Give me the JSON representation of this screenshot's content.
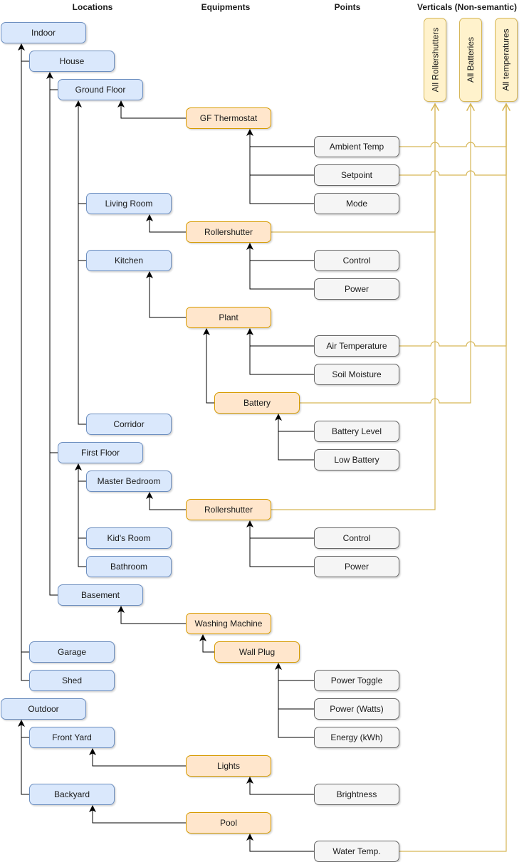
{
  "headers": {
    "locations": "Locations",
    "equipments": "Equipments",
    "points": "Points",
    "verticals": "Verticals (Non-semantic)"
  },
  "locations": [
    {
      "label": "Indoor"
    },
    {
      "label": "House"
    },
    {
      "label": "Ground Floor"
    },
    {
      "label": "Living Room"
    },
    {
      "label": "Kitchen"
    },
    {
      "label": "Corridor"
    },
    {
      "label": "First Floor"
    },
    {
      "label": "Master Bedroom"
    },
    {
      "label": "Kid's Room"
    },
    {
      "label": "Bathroom"
    },
    {
      "label": "Basement"
    },
    {
      "label": "Garage"
    },
    {
      "label": "Shed"
    },
    {
      "label": "Outdoor"
    },
    {
      "label": "Front Yard"
    },
    {
      "label": "Backyard"
    }
  ],
  "equipments": [
    {
      "label": "GF Thermostat",
      "location": "Ground Floor"
    },
    {
      "label": "Rollershutter",
      "location": "Living Room"
    },
    {
      "label": "Plant",
      "location": "Kitchen"
    },
    {
      "label": "Battery",
      "location": "Plant"
    },
    {
      "label": "Rollershutter",
      "location": "Master Bedroom"
    },
    {
      "label": "Washing Machine",
      "location": "Basement"
    },
    {
      "label": "Wall Plug",
      "location": "Washing Machine"
    },
    {
      "label": "Lights",
      "location": "Front Yard"
    },
    {
      "label": "Pool",
      "location": "Backyard"
    }
  ],
  "points": [
    {
      "label": "Ambient Temp",
      "equipment": "GF Thermostat"
    },
    {
      "label": "Setpoint",
      "equipment": "GF Thermostat"
    },
    {
      "label": "Mode",
      "equipment": "GF Thermostat"
    },
    {
      "label": "Control",
      "equipment": "Rollershutter"
    },
    {
      "label": "Power",
      "equipment": "Rollershutter"
    },
    {
      "label": "Air Temperature",
      "equipment": "Plant"
    },
    {
      "label": "Soil Moisture",
      "equipment": "Plant"
    },
    {
      "label": "Battery Level",
      "equipment": "Battery"
    },
    {
      "label": "Low Battery",
      "equipment": "Battery"
    },
    {
      "label": "Control",
      "equipment": "Rollershutter"
    },
    {
      "label": "Power",
      "equipment": "Rollershutter"
    },
    {
      "label": "Power Toggle",
      "equipment": "Wall Plug"
    },
    {
      "label": "Power (Watts)",
      "equipment": "Wall Plug"
    },
    {
      "label": "Energy (kWh)",
      "equipment": "Wall Plug"
    },
    {
      "label": "Brightness",
      "equipment": "Lights"
    },
    {
      "label": "Water Temp.",
      "equipment": "Pool"
    }
  ],
  "verticals": [
    {
      "label": "All Rollershutters",
      "members": [
        "Rollershutter",
        "Rollershutter"
      ]
    },
    {
      "label": "All Batteries",
      "members": [
        "Battery"
      ]
    },
    {
      "label": "All temperatures",
      "members": [
        "Ambient Temp",
        "Setpoint",
        "Air Temperature",
        "Water Temp."
      ]
    }
  ],
  "colors": {
    "location_fill": "#dae8fc",
    "location_border": "#6c8ebf",
    "equipment_fill": "#ffe6cc",
    "equipment_border": "#d79b00",
    "point_fill": "#f5f5f5",
    "point_border": "#666666",
    "vertical_fill": "#fff2cc",
    "vertical_border": "#d6b656",
    "edge_color": "#000000",
    "vertical_edge_color": "#d6b656",
    "background": "#ffffff",
    "text_color": "#1a1a1a"
  }
}
